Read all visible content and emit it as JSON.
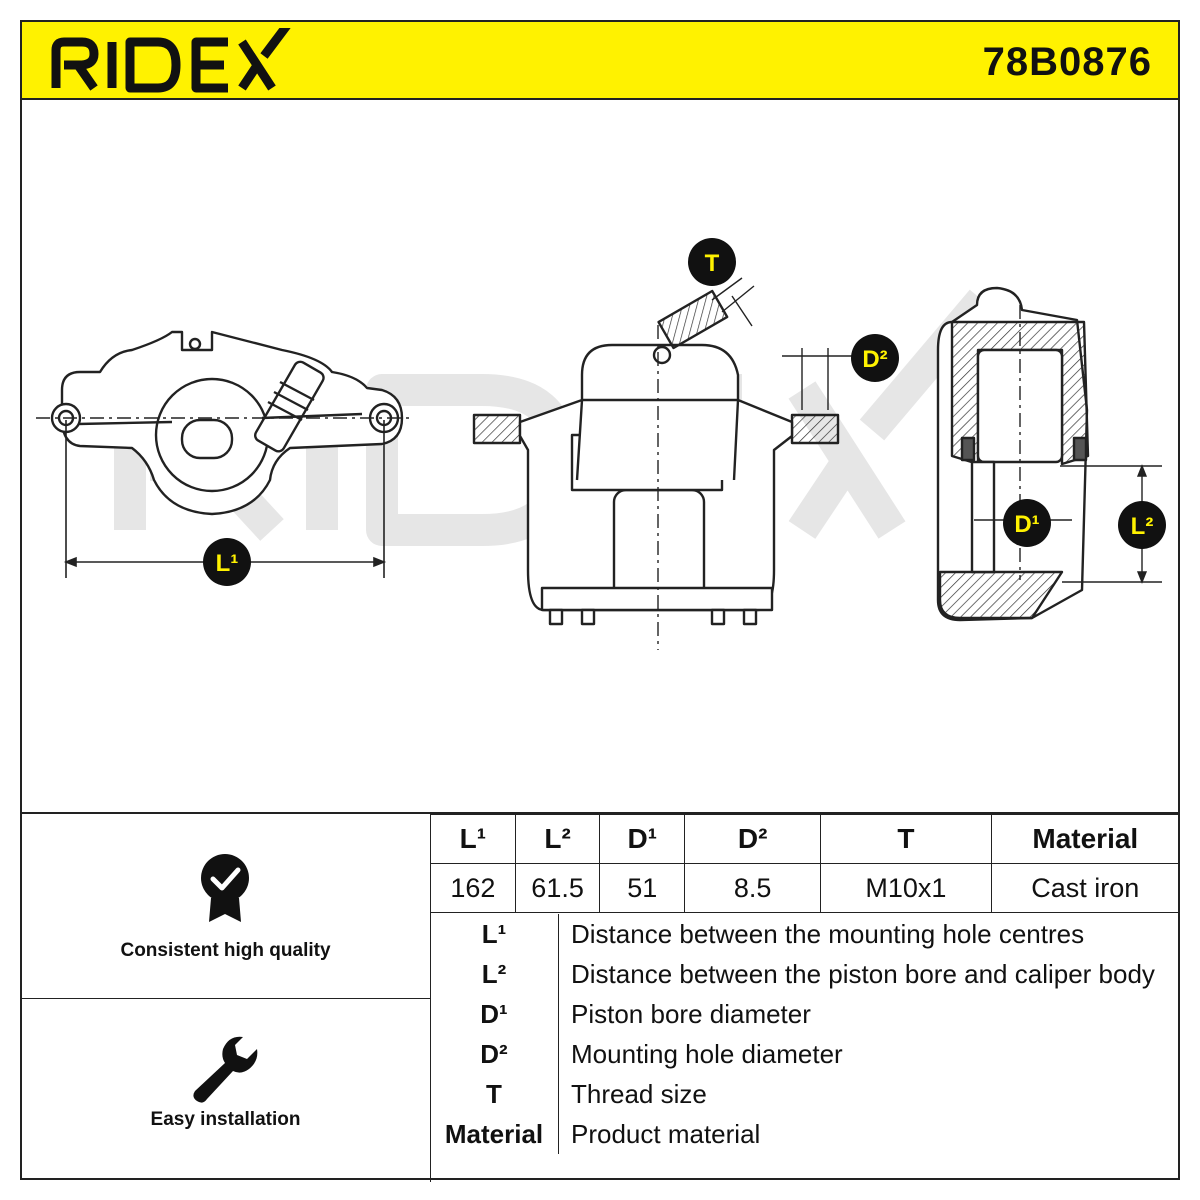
{
  "header": {
    "brand": "RIDEX",
    "part_number": "78B0876",
    "color": "#fff200"
  },
  "drawing": {
    "watermark": "RIDEX",
    "callouts": {
      "l1": "L¹",
      "l2": "L²",
      "d1": "D¹",
      "d2": "D²",
      "t": "T"
    }
  },
  "features": [
    {
      "icon": "quality-badge-icon",
      "label": "Consistent high quality"
    },
    {
      "icon": "wrench-icon",
      "label": "Easy installation"
    }
  ],
  "spec_table": {
    "headers": [
      "L¹",
      "L²",
      "D¹",
      "D²",
      "T",
      "Material"
    ],
    "values": [
      "162",
      "61.5",
      "51",
      "8.5",
      "M10x1",
      "Cast iron"
    ]
  },
  "legend": [
    {
      "symbol": "L¹",
      "description": "Distance between the mounting hole centres"
    },
    {
      "symbol": "L²",
      "description": "Distance between the piston bore and caliper body"
    },
    {
      "symbol": "D¹",
      "description": "Piston bore diameter"
    },
    {
      "symbol": "D²",
      "description": "Mounting hole diameter"
    },
    {
      "symbol": "T",
      "description": "Thread size"
    },
    {
      "symbol": "Material",
      "description": "Product material"
    }
  ]
}
